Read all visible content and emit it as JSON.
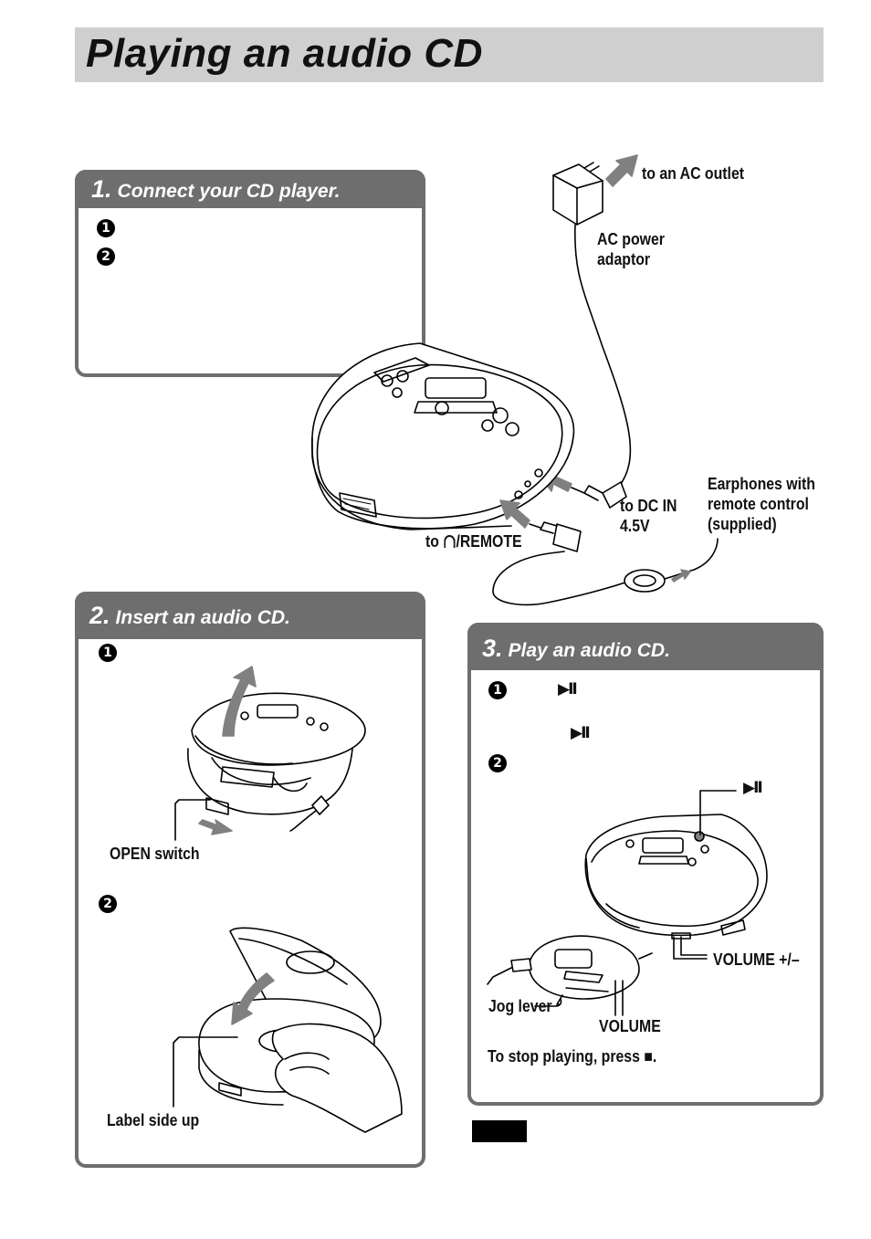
{
  "page": {
    "title": "Playing an audio CD"
  },
  "section1": {
    "number": "1.",
    "heading": "Connect your CD player.",
    "step1_marker": "1",
    "step2_marker": "2"
  },
  "diagram1": {
    "ac_outlet": "to an AC outlet",
    "ac_adaptor_line1": "AC power",
    "ac_adaptor_line2": "adaptor",
    "dc_in_line1": "to DC IN",
    "dc_in_line2": "4.5V",
    "earphones_line1": "Earphones with",
    "earphones_line2": "remote control",
    "earphones_line3": "(supplied)",
    "remote_prefix": "to ",
    "remote_suffix": "/REMOTE"
  },
  "section2": {
    "number": "2.",
    "heading": "Insert an audio CD.",
    "step1_marker": "1",
    "step2_marker": "2",
    "open_switch": "OPEN switch",
    "label_side": "Label side up"
  },
  "section3": {
    "number": "3.",
    "heading": "Play an audio CD.",
    "step1_marker": "1",
    "step2_marker": "2",
    "play_symbol": "▶II",
    "play_symbol_2": "▶II",
    "play_symbol_3": "▶II",
    "volume_pm": "VOLUME +/–",
    "jog_lever": "Jog lever",
    "volume": "VOLUME",
    "stop_text": "To stop playing, press ■."
  },
  "colors": {
    "panel": "#6e6e6e",
    "title_bar": "#cfcfcf",
    "arrow": "#808080"
  }
}
